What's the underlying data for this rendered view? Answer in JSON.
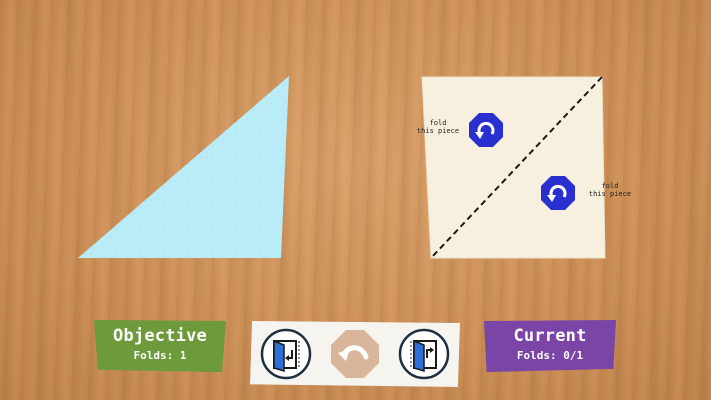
{
  "objective_panel": {
    "title": "Objective",
    "subtitle": "Folds: 1",
    "color": "#6d9a3a"
  },
  "current_panel": {
    "title": "Current",
    "subtitle": "Folds: 0/1",
    "color": "#7a45a6"
  },
  "target_shape": {
    "color": "#b9ecf7",
    "shape": "right-triangle"
  },
  "paper": {
    "color": "#f7f0df",
    "fold_line": "dashed-diagonal"
  },
  "fold_hints": [
    {
      "label": "fold\nthis piece",
      "icon": "rotate-arrow-icon"
    },
    {
      "label": "fold\nthis piece",
      "icon": "rotate-arrow-icon"
    }
  ],
  "toolbar": {
    "buttons": [
      {
        "name": "fold-left-button",
        "icon": "fold-left-icon"
      },
      {
        "name": "undo-button",
        "icon": "undo-arrow-icon",
        "state": "disabled"
      },
      {
        "name": "fold-right-button",
        "icon": "fold-right-icon"
      }
    ]
  },
  "colors": {
    "hint_badge": "#2a2fd0",
    "undo_disabled": "#d9b59c",
    "door_blue": "#2e6fd6",
    "wood": "#cf9158"
  }
}
